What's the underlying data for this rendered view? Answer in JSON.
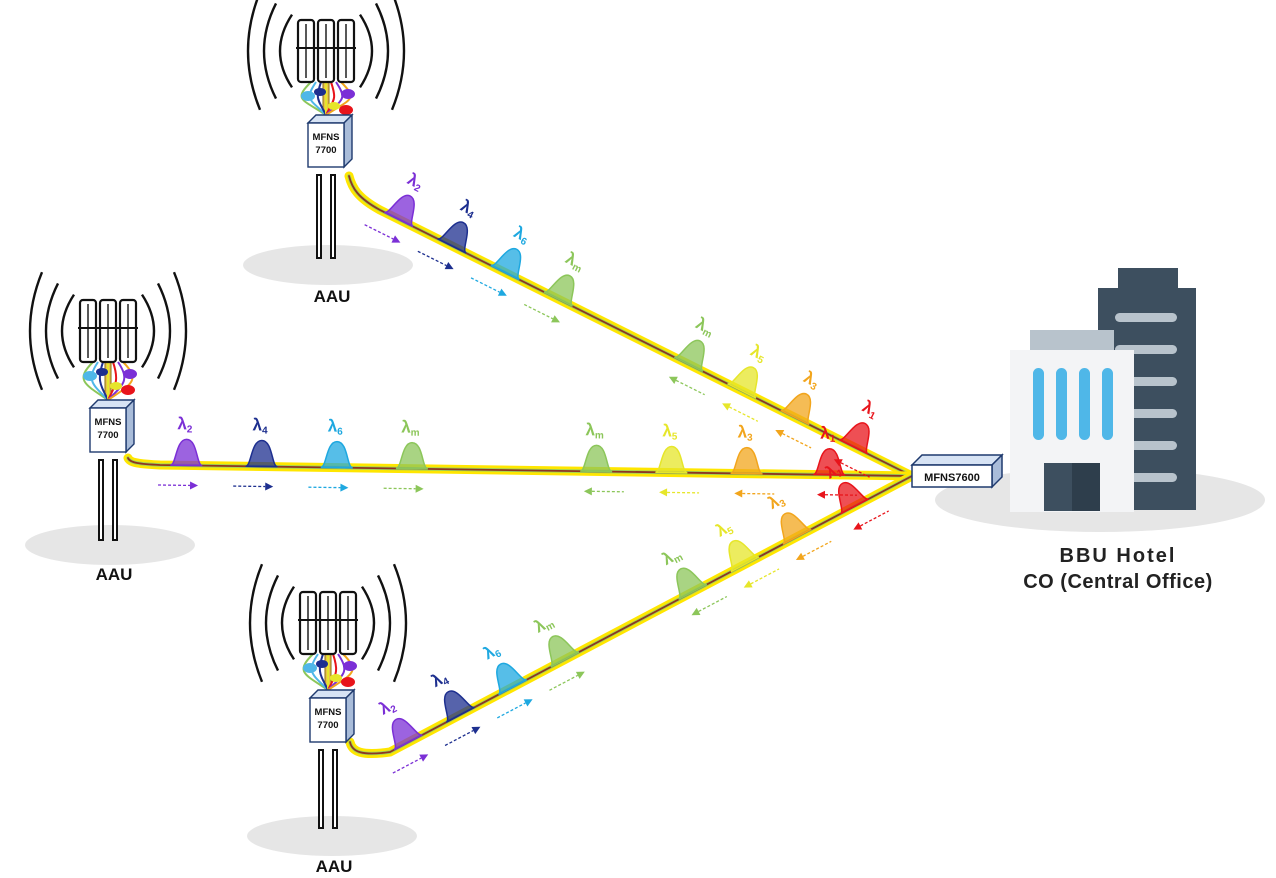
{
  "sites": [
    {
      "id": "top",
      "label": "AAU",
      "box_line1": "MFNS",
      "box_line2": "7700"
    },
    {
      "id": "middle",
      "label": "AAU",
      "box_line1": "MFNS",
      "box_line2": "7700"
    },
    {
      "id": "bottom",
      "label": "AAU",
      "box_line1": "MFNS",
      "box_line2": "7700"
    }
  ],
  "hub": {
    "label": "MFNS7600"
  },
  "central_office": {
    "line1": "BBU Hotel",
    "line2": "CO (Central Office)"
  },
  "uplink_wavelengths": [
    {
      "sym": "λ",
      "sub": "2",
      "color": "#7b2fd6"
    },
    {
      "sym": "λ",
      "sub": "4",
      "color": "#1d2f8f"
    },
    {
      "sym": "λ",
      "sub": "6",
      "color": "#1ea8e0"
    },
    {
      "sym": "λ",
      "sub": "m",
      "color": "#8cc65a"
    }
  ],
  "downlink_wavelengths": [
    {
      "sym": "λ",
      "sub": "m",
      "color": "#8cc65a"
    },
    {
      "sym": "λ",
      "sub": "5",
      "color": "#e6e62a"
    },
    {
      "sym": "λ",
      "sub": "3",
      "color": "#f2a51c"
    },
    {
      "sym": "λ",
      "sub": "1",
      "color": "#e8141b"
    }
  ],
  "colors": {
    "fiber_core": "#8b1a1a",
    "fiber_glow": "#ffe600",
    "gray": "#e5e5e5",
    "building_dark": "#3d4f5f",
    "window_blue": "#4fb7e8"
  }
}
